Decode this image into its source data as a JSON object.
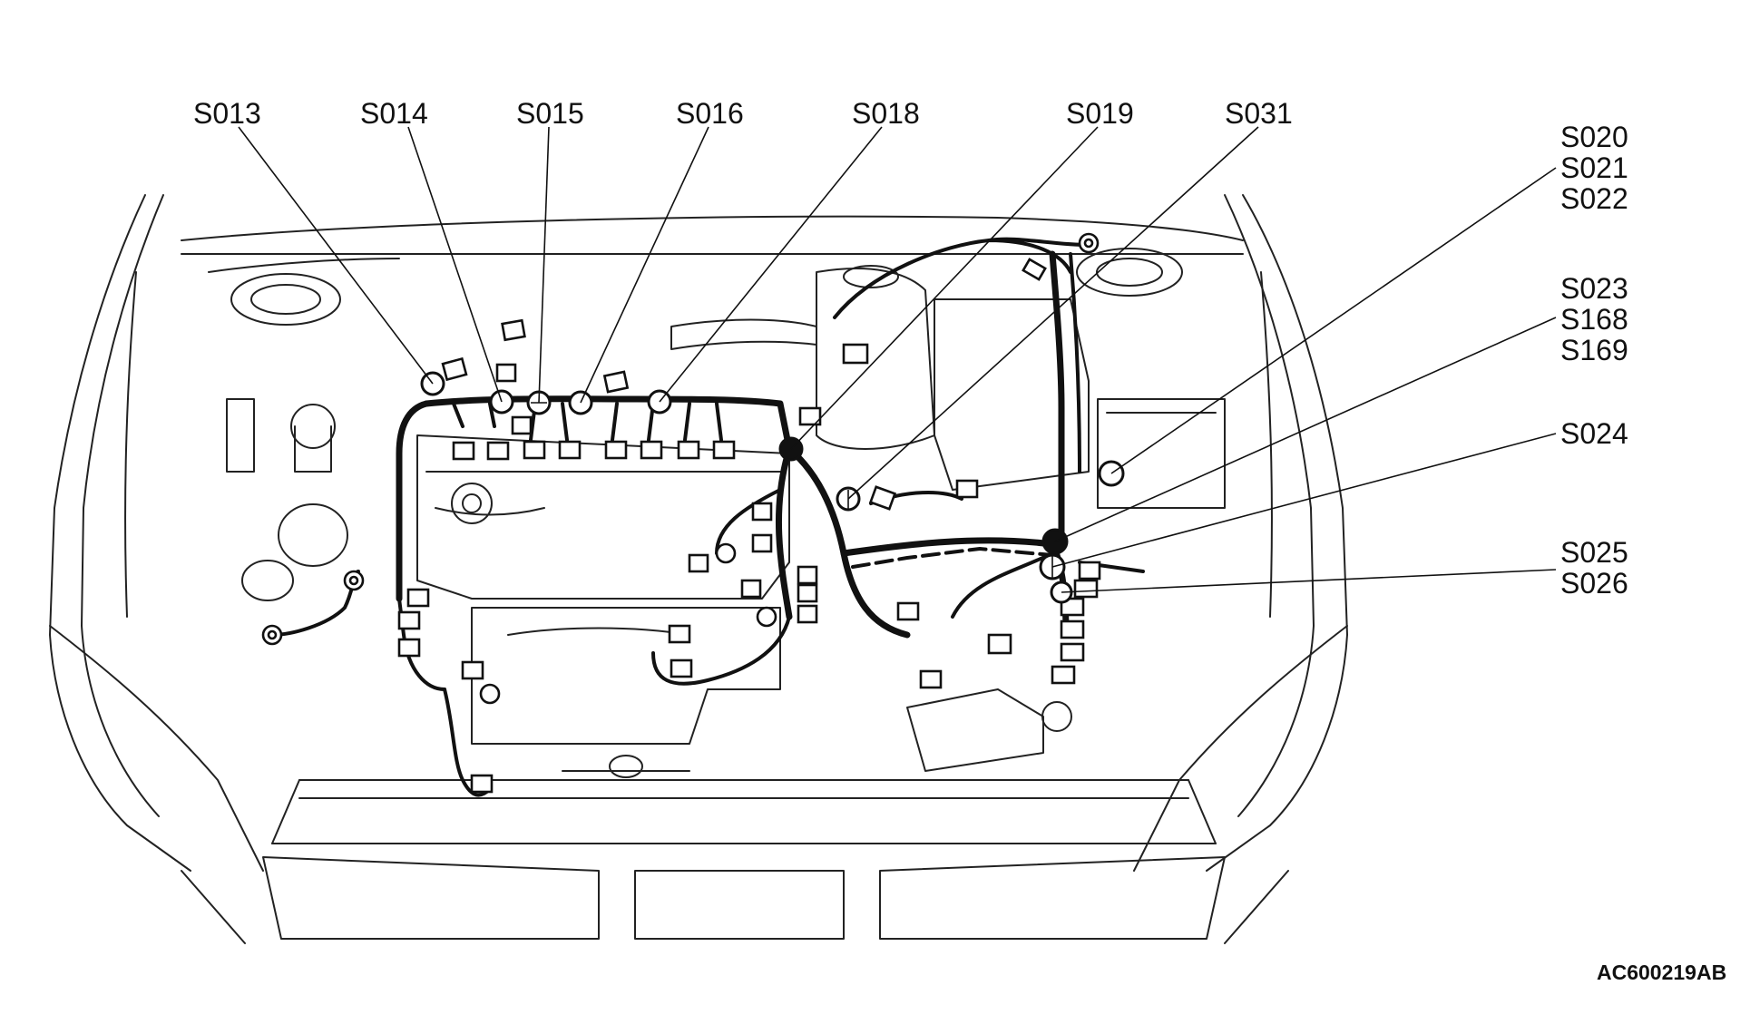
{
  "labels": {
    "s013": "S013",
    "s014": "S014",
    "s015": "S015",
    "s016": "S016",
    "s018": "S018",
    "s019": "S019",
    "s031": "S031",
    "s020": "S020",
    "s021": "S021",
    "s022": "S022",
    "s023": "S023",
    "s168": "S168",
    "s169": "S169",
    "s024": "S024",
    "s025": "S025",
    "s026": "S026"
  },
  "figure_code": "AC600219AB"
}
